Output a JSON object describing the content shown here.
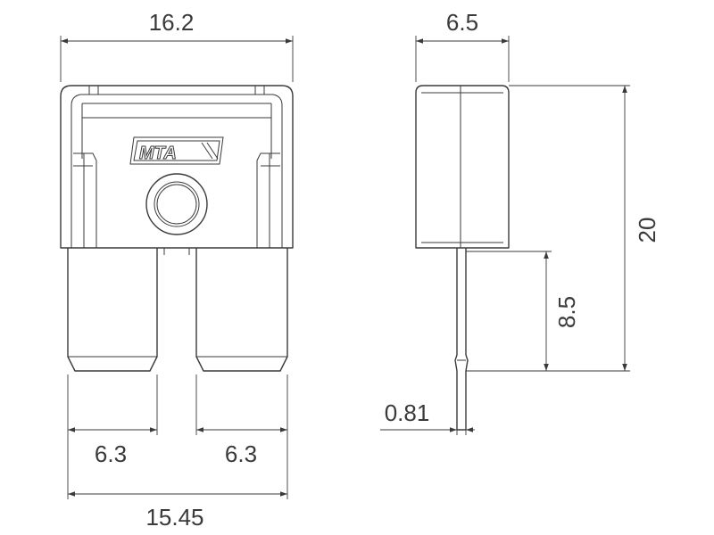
{
  "diagram": {
    "logo_text": "MTA",
    "front_view": {
      "overall_width": "16.2",
      "terminal_width_left": "6.3",
      "terminal_width_right": "6.3",
      "terminal_span": "15.45"
    },
    "side_view": {
      "body_thickness": "6.5",
      "total_height": "20",
      "terminal_length": "8.5",
      "terminal_thickness": "0.81"
    }
  }
}
